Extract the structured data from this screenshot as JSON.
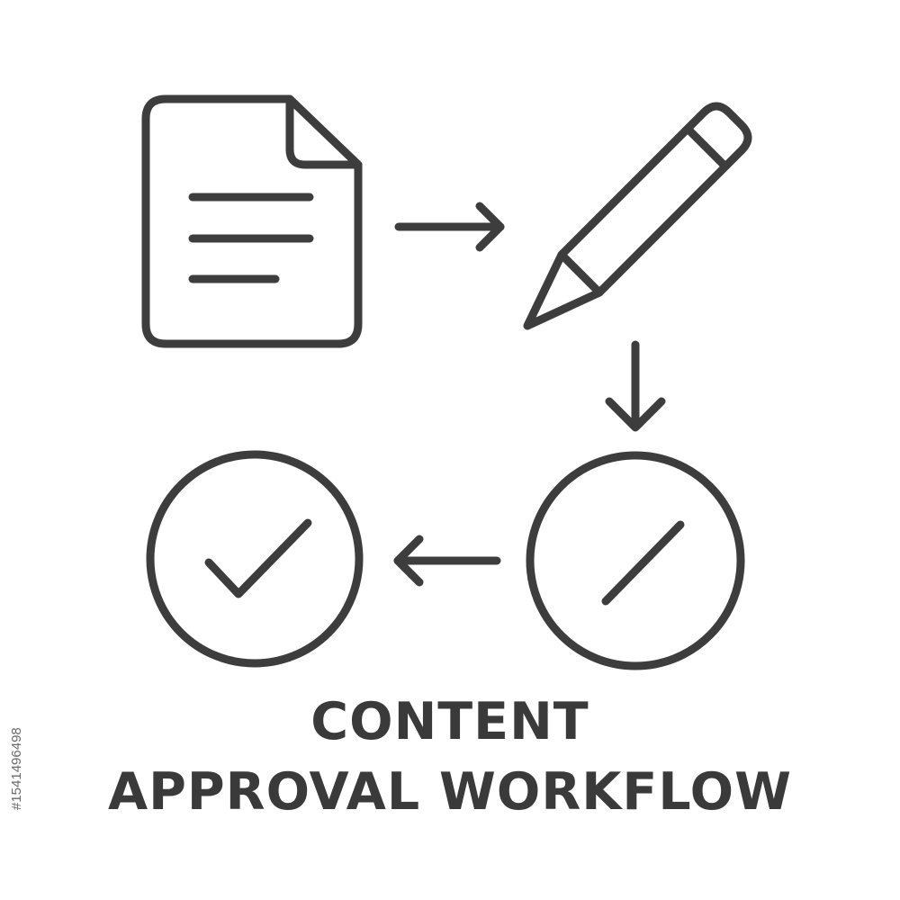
{
  "caption": {
    "line1": "CONTENT",
    "line2": "APPROVAL WORKFLOW"
  },
  "watermark": "#1541496498",
  "diagram": {
    "steps": [
      {
        "icon": "document-icon"
      },
      {
        "icon": "pencil-icon"
      },
      {
        "icon": "review-circle-icon"
      },
      {
        "icon": "approved-check-icon"
      }
    ],
    "flow": [
      "document-icon",
      "pencil-icon",
      "review-circle-icon",
      "approved-check-icon"
    ]
  },
  "colors": {
    "stroke": "#3d3d3d",
    "text": "#3a3a3a",
    "background": "#ffffff"
  }
}
